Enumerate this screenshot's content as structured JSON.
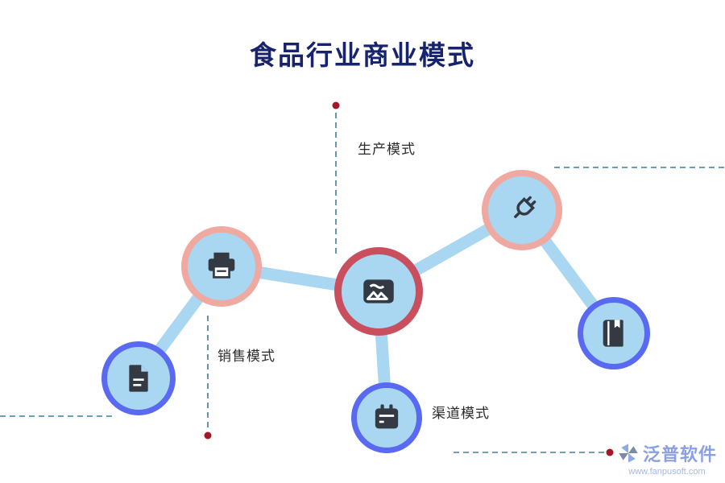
{
  "title": "食品行业商业模式",
  "labels": {
    "production": "生产模式",
    "sales": "销售模式",
    "channel": "渠道模式"
  },
  "logo": {
    "name": "泛普软件",
    "url": "www.fanpusoft.com"
  },
  "nodes": [
    {
      "id": "sales-node",
      "icon": "document-icon",
      "ring_color": "#5a6af0"
    },
    {
      "id": "production-upper-node",
      "icon": "printer-icon",
      "ring_color": "#efa9a1"
    },
    {
      "id": "center-node",
      "icon": "image-icon",
      "ring_color": "#c94f5e"
    },
    {
      "id": "connection-node",
      "icon": "plug-icon",
      "ring_color": "#efa9a1"
    },
    {
      "id": "catalog-node",
      "icon": "book-icon",
      "ring_color": "#5a6af0"
    },
    {
      "id": "channel-node",
      "icon": "calendar-icon",
      "ring_color": "#5a6af0"
    }
  ],
  "colors": {
    "title_color": "#17246d",
    "node_fill": "#a9d7f1",
    "connector": "#a9d7f1",
    "ring_blue": "#5a6af0",
    "ring_salmon": "#efa9a1",
    "ring_red": "#c94f5e",
    "icon_dark": "#343a44",
    "dashed_line": "#3f7d9c",
    "red_dot": "#a51626",
    "logo_text": "#8c9fe2",
    "logo_url": "#a5b6ec"
  }
}
